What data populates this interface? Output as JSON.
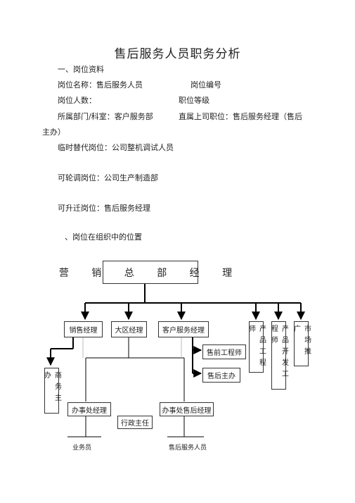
{
  "title": "售后服务人员职务分析",
  "section1": {
    "heading": "一、岗位资料",
    "name_label": "岗位名称：售后服务人员",
    "code_label": "岗位编号",
    "count_label": "岗位人数：",
    "grade_label": "职位等级",
    "dept_label": "所属部门/科室：客户服务部",
    "superior_label": "直属上司职位：售后服务经理（售后",
    "superior_cont": "主办）",
    "substitute": "临时替代岗位：公司整机调试人员",
    "rotation": "可轮调岗位：公司生产制造部",
    "promotion": "可升迁岗位：售后服务经理"
  },
  "section2": {
    "heading": "、岗位在组织中的位置"
  },
  "org": {
    "top": "营 销 总 部 经 理",
    "sales_manager": "销售经理",
    "region_manager": "大区经理",
    "cs_manager": "客户服务经理",
    "product_engineer": "产品工程师",
    "product_dev_engineer": "产品开发工程师",
    "market_promo": "市场推广",
    "commerce_manager": "商务主办",
    "presales_engineer": "售前工程师",
    "aftersales_manager": "售后主办",
    "office_manager": "办事处经理",
    "office_aftersales_manager": "办事处售后经理",
    "admin_manager": "行政主任",
    "sales_rep": "业务员",
    "aftersales_staff": "售后服务人员"
  }
}
